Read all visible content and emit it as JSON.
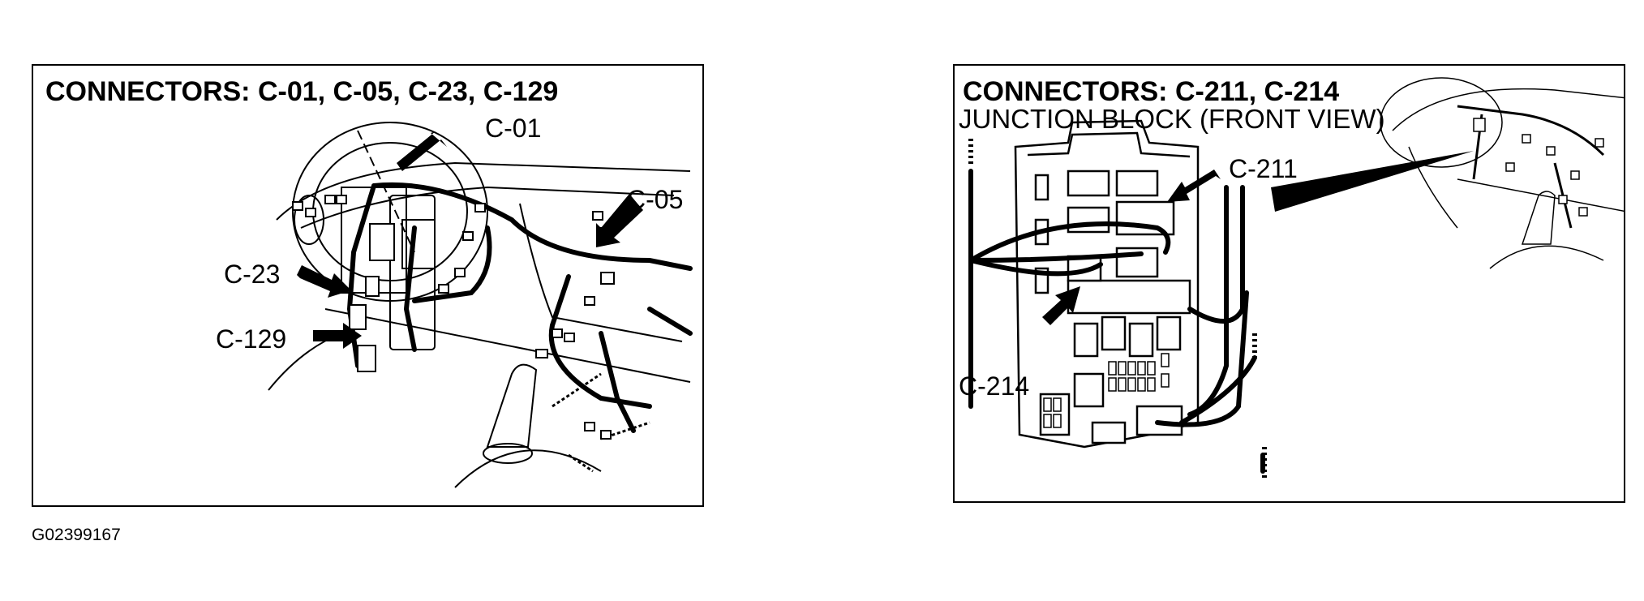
{
  "left_panel": {
    "title": "CONNECTORS: C-01, C-05, C-23, C-129",
    "callouts": {
      "c01": "C-01",
      "c05": "C-05",
      "c23": "C-23",
      "c129": "C-129"
    }
  },
  "right_panel": {
    "title": "CONNECTORS: C-211, C-214",
    "subtitle": "JUNCTION BLOCK (FRONT VIEW)",
    "callouts": {
      "c211": "C-211",
      "c214": "C-214"
    }
  },
  "figure_id": "G02399167"
}
